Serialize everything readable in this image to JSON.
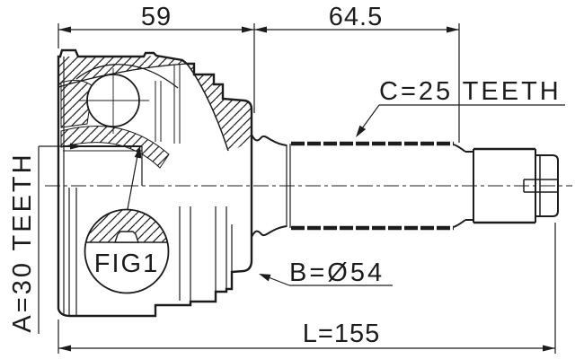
{
  "page": {
    "background": "#ffffff",
    "line_color": "#1c1c1c"
  },
  "drawing": {
    "dimensions": {
      "body_width": "59",
      "shaft_length": "64.5",
      "overall_length": "L=155"
    },
    "labels": {
      "outer_spline_teeth": "C=25 TEETH",
      "inner_spline_teeth": "A=30 TEETH",
      "body_diameter": "B=Ø54",
      "detail_figure": "FIG1"
    }
  }
}
